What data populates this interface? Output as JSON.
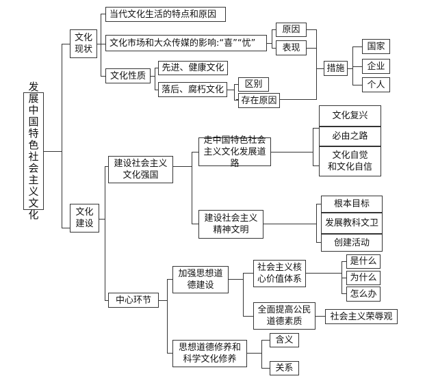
{
  "diagram": {
    "root": "发展中国特色社会主义文化",
    "culture_status": "文化现状",
    "status_features": "当代文化生活的特点和原因",
    "market_media": "文化市场和大众传媒的影响:“喜”“忧”",
    "reason": "原因",
    "manifestation": "表现",
    "measures": "措施",
    "state": "国家",
    "enterprise": "企业",
    "individual": "个人",
    "culture_nature": "文化性质",
    "advanced_healthy": "先进、健康文化",
    "backward_decadent": "落后、腐朽文化",
    "difference": "区别",
    "existence_reason": "存在原因",
    "culture_building": "文化建设",
    "strong_nation": "建设社会主义文化强国",
    "chinese_path": "走中国特色社会主义文化发展道路",
    "revival": "文化复兴",
    "necessary_path": "必由之路",
    "self_awareness": "文化自觉\n和文化自信",
    "spiritual_civ": "建设社会主义精神文明",
    "fundamental_goal": "根本目标",
    "develop_sectors": "发展教科文卫",
    "creation_activities": "创建活动",
    "central_link": "中心环节",
    "moral_building": "加强思想道德建设",
    "core_values": "社会主义核心价值体系",
    "what_is": "是什么",
    "why": "为什么",
    "how_to": "怎么办",
    "moral_quality": "全面提高公民道德素质",
    "honor_shame": "社会主义荣辱观",
    "cultivation": "思想道德修养和科学文化修养",
    "meaning": "含义",
    "relation": "关系"
  }
}
